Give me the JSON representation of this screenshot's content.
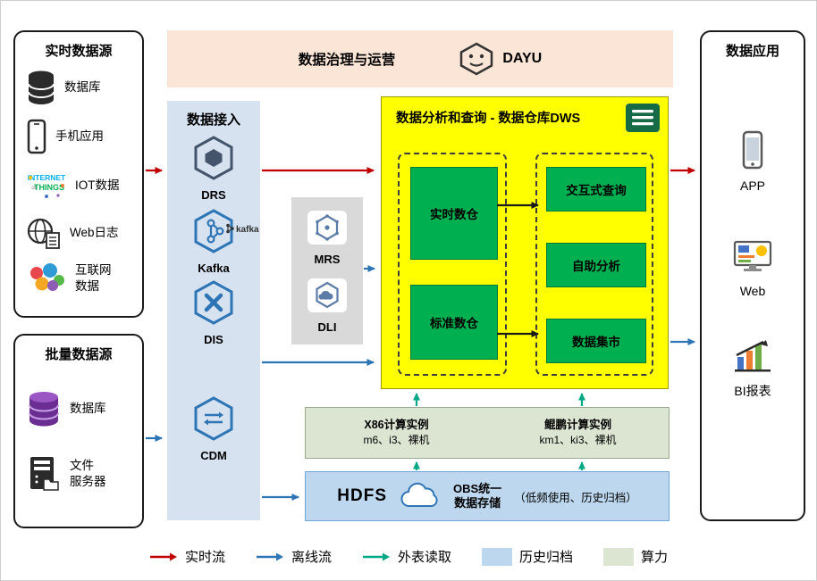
{
  "realtime_sources": {
    "title": "实时数据源",
    "items": [
      {
        "label": "数据库",
        "icon": "database-icon"
      },
      {
        "label": "手机应用",
        "icon": "phone-icon"
      },
      {
        "label": "IOT数据",
        "icon": "iot-icon"
      },
      {
        "label": "Web日志",
        "icon": "weblog-icon"
      },
      {
        "label": "互联网\n数据",
        "icon": "internet-data-icon"
      }
    ]
  },
  "batch_sources": {
    "title": "批量数据源",
    "items": [
      {
        "label": "数据库",
        "icon": "database-purple-icon"
      },
      {
        "label": "文件\n服务器",
        "icon": "file-server-icon"
      }
    ]
  },
  "governance": {
    "title": "数据治理与运营",
    "product": "DAYU"
  },
  "ingestion": {
    "title": "数据接入",
    "services": [
      {
        "label": "DRS",
        "icon": "drs-hexagon-icon"
      },
      {
        "label": "Kafka",
        "icon": "kafka-hexagon-icon",
        "badge": "kafka"
      },
      {
        "label": "DIS",
        "icon": "dis-hexagon-icon"
      },
      {
        "label": "CDM",
        "icon": "cdm-hexagon-icon"
      }
    ]
  },
  "processing": {
    "services": [
      {
        "label": "MRS",
        "icon": "mrs-icon"
      },
      {
        "label": "DLI",
        "icon": "dli-icon"
      }
    ]
  },
  "dws": {
    "title": "数据分析和查询 - 数据仓库DWS",
    "warehouses": [
      {
        "label": "实时数仓"
      },
      {
        "label": "标准数仓"
      }
    ],
    "services": [
      {
        "label": "交互式查询"
      },
      {
        "label": "自助分析"
      },
      {
        "label": "数据集市"
      }
    ]
  },
  "compute": {
    "x86_title": "X86计算实例",
    "x86_spec": "m6、i3、裸机",
    "kunpeng_title": "鲲鹏计算实例",
    "kunpeng_spec": "km1、ki3、裸机"
  },
  "storage": {
    "hdfs": "HDFS",
    "obs_title": "OBS统一\n数据存储",
    "obs_note": "（低频使用、历史归档）"
  },
  "applications": {
    "title": "数据应用",
    "items": [
      {
        "label": "APP",
        "icon": "app-phone-icon"
      },
      {
        "label": "Web",
        "icon": "web-icon"
      },
      {
        "label": "BI报表",
        "icon": "bi-chart-icon"
      }
    ]
  },
  "legend": {
    "realtime": "实时流",
    "offline": "离线流",
    "external": "外表读取",
    "archive": "历史归档",
    "power": "算力"
  },
  "colors": {
    "realtime_flow": "#c00000",
    "offline_flow": "#2e75b6",
    "external_read": "#00a886",
    "archive_bg": "#bdd7ee",
    "compute_bg": "#dbe5d1",
    "dws_bg": "#ffff00",
    "warehouse_green": "#00b050",
    "governance_bg": "#fbe5d6",
    "ingestion_bg": "#d6e2f0"
  }
}
